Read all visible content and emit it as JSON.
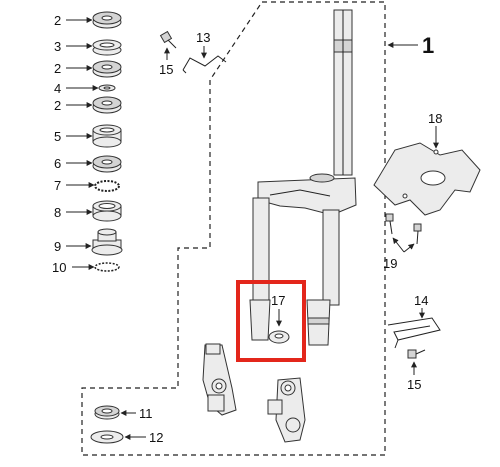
{
  "assembly": {
    "number": "1"
  },
  "callouts": [
    {
      "id": "c2a",
      "text": "2"
    },
    {
      "id": "c3",
      "text": "3"
    },
    {
      "id": "c2b",
      "text": "2"
    },
    {
      "id": "c4",
      "text": "4"
    },
    {
      "id": "c2c",
      "text": "2"
    },
    {
      "id": "c5",
      "text": "5"
    },
    {
      "id": "c6",
      "text": "6"
    },
    {
      "id": "c7",
      "text": "7"
    },
    {
      "id": "c8",
      "text": "8"
    },
    {
      "id": "c9",
      "text": "9"
    },
    {
      "id": "c10",
      "text": "10"
    },
    {
      "id": "c11",
      "text": "11"
    },
    {
      "id": "c12",
      "text": "12"
    },
    {
      "id": "c13",
      "text": "13"
    },
    {
      "id": "c15a",
      "text": "15"
    },
    {
      "id": "c14",
      "text": "14"
    },
    {
      "id": "c15b",
      "text": "15"
    },
    {
      "id": "c17",
      "text": "17"
    },
    {
      "id": "c18",
      "text": "18"
    },
    {
      "id": "c19",
      "text": "19"
    }
  ],
  "highlight": {
    "color": "#e3261b",
    "part": "17"
  }
}
